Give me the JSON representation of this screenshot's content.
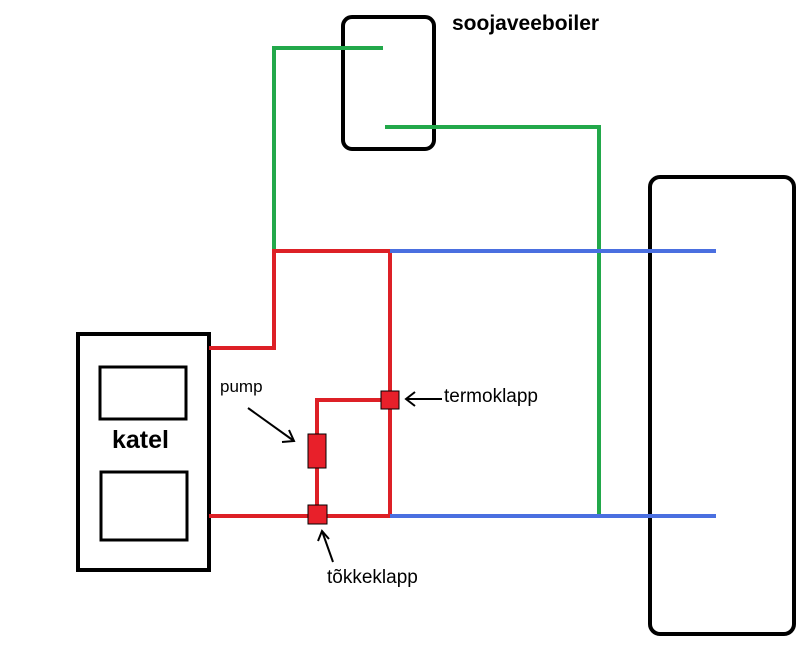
{
  "labels": {
    "boiler": "soojaveeboiler",
    "boiler_unit": "katel",
    "pump": "pump",
    "thermo_valve": "termoklapp",
    "check_valve": "tõkkeklapp"
  },
  "colors": {
    "supply_pipe": "#dd2026",
    "return_pipe": "#4a6fe0",
    "hot_water_pipe": "#22a84a",
    "outline": "#000000",
    "component": "#e8202a"
  }
}
